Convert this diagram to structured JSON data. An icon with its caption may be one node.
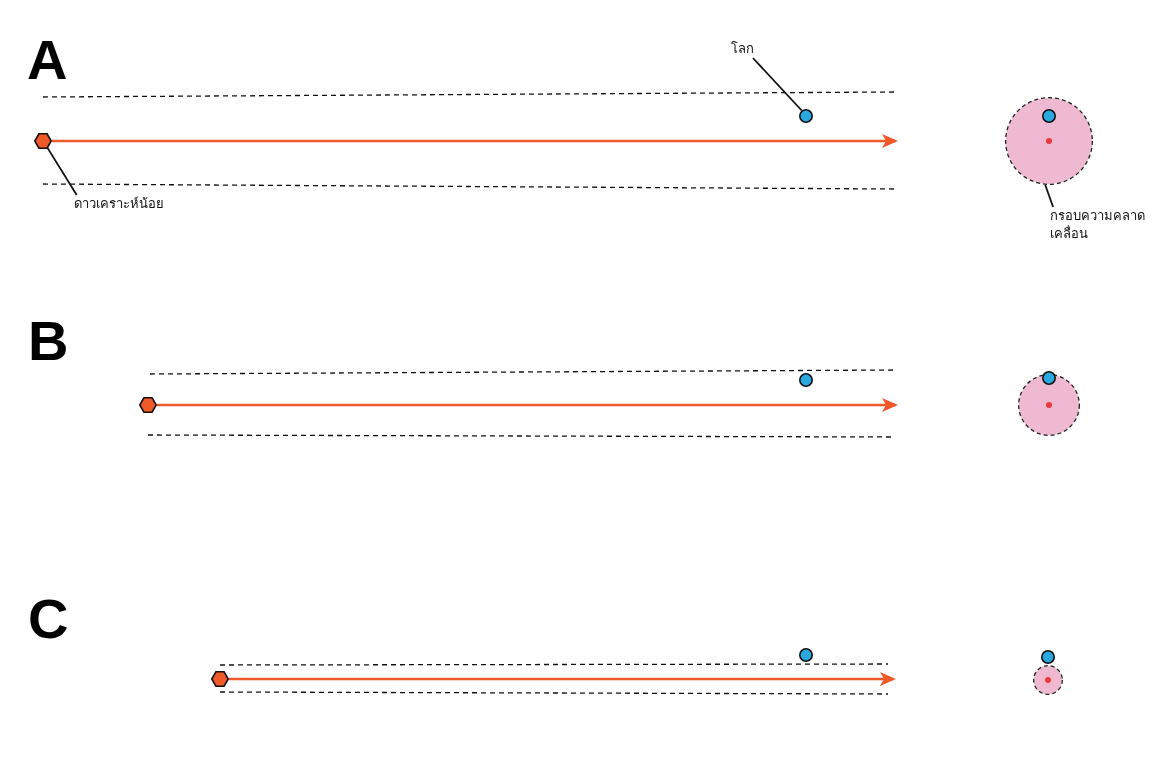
{
  "diagram": {
    "nodes": [
      {
        "text": [
          "โลก"
        ]
      },
      {
        "text": [],
        "shape": "circle"
      },
      {
        "text": [],
        "shape": "circle"
      },
      {
        "text": [],
        "shape": "circle",
        "in": 2
      },
      {
        "text": [],
        "shape": "hexagon"
      },
      {
        "text": [
          "ดาวเคราะห์น้อย"
        ]
      },
      {
        "text": [
          "กรอบความคลาดเคลื่อน"
        ]
      },
      {
        "text": [],
        "shape": "hexagon"
      },
      {
        "text": [],
        "shape": "circle"
      },
      {
        "text": [],
        "shape": "circle"
      },
      {
        "text": [],
        "shape": "circle"
      },
      {
        "text": [],
        "shape": "hexagon"
      },
      {
        "text": [],
        "shape": "circle"
      },
      {
        "text": [],
        "shape": "circle"
      },
      {
        "text": [],
        "shape": "circle"
      }
    ],
    "edges": [
      {
        "from": 0,
        "to": 1,
        "arrow": "none"
      },
      {
        "from": 4,
        "to": null,
        "arrow": "to",
        "color": "#f05a28"
      },
      {
        "from": 5,
        "to": 4,
        "arrow": "none"
      },
      {
        "from": 6,
        "to": 2,
        "arrow": "none"
      },
      {
        "from": 7,
        "to": null,
        "arrow": "to",
        "color": "#f05a28"
      },
      {
        "from": 11,
        "to": null,
        "arrow": "to",
        "color": "#f05a28"
      }
    ],
    "labels": [
      "A",
      "B",
      "C"
    ]
  }
}
